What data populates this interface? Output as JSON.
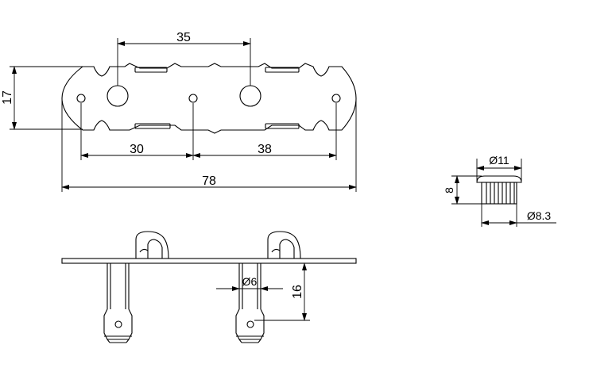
{
  "dimensions": {
    "top_spacing": "35",
    "height_plate": "17",
    "left_spacing": "30",
    "right_spacing": "38",
    "overall_length": "78",
    "pin_diameter": "Ø6",
    "pin_length": "16",
    "cap_diameter": "Ø11",
    "cap_height": "8",
    "cap_shank_diameter": "Ø8.3"
  }
}
